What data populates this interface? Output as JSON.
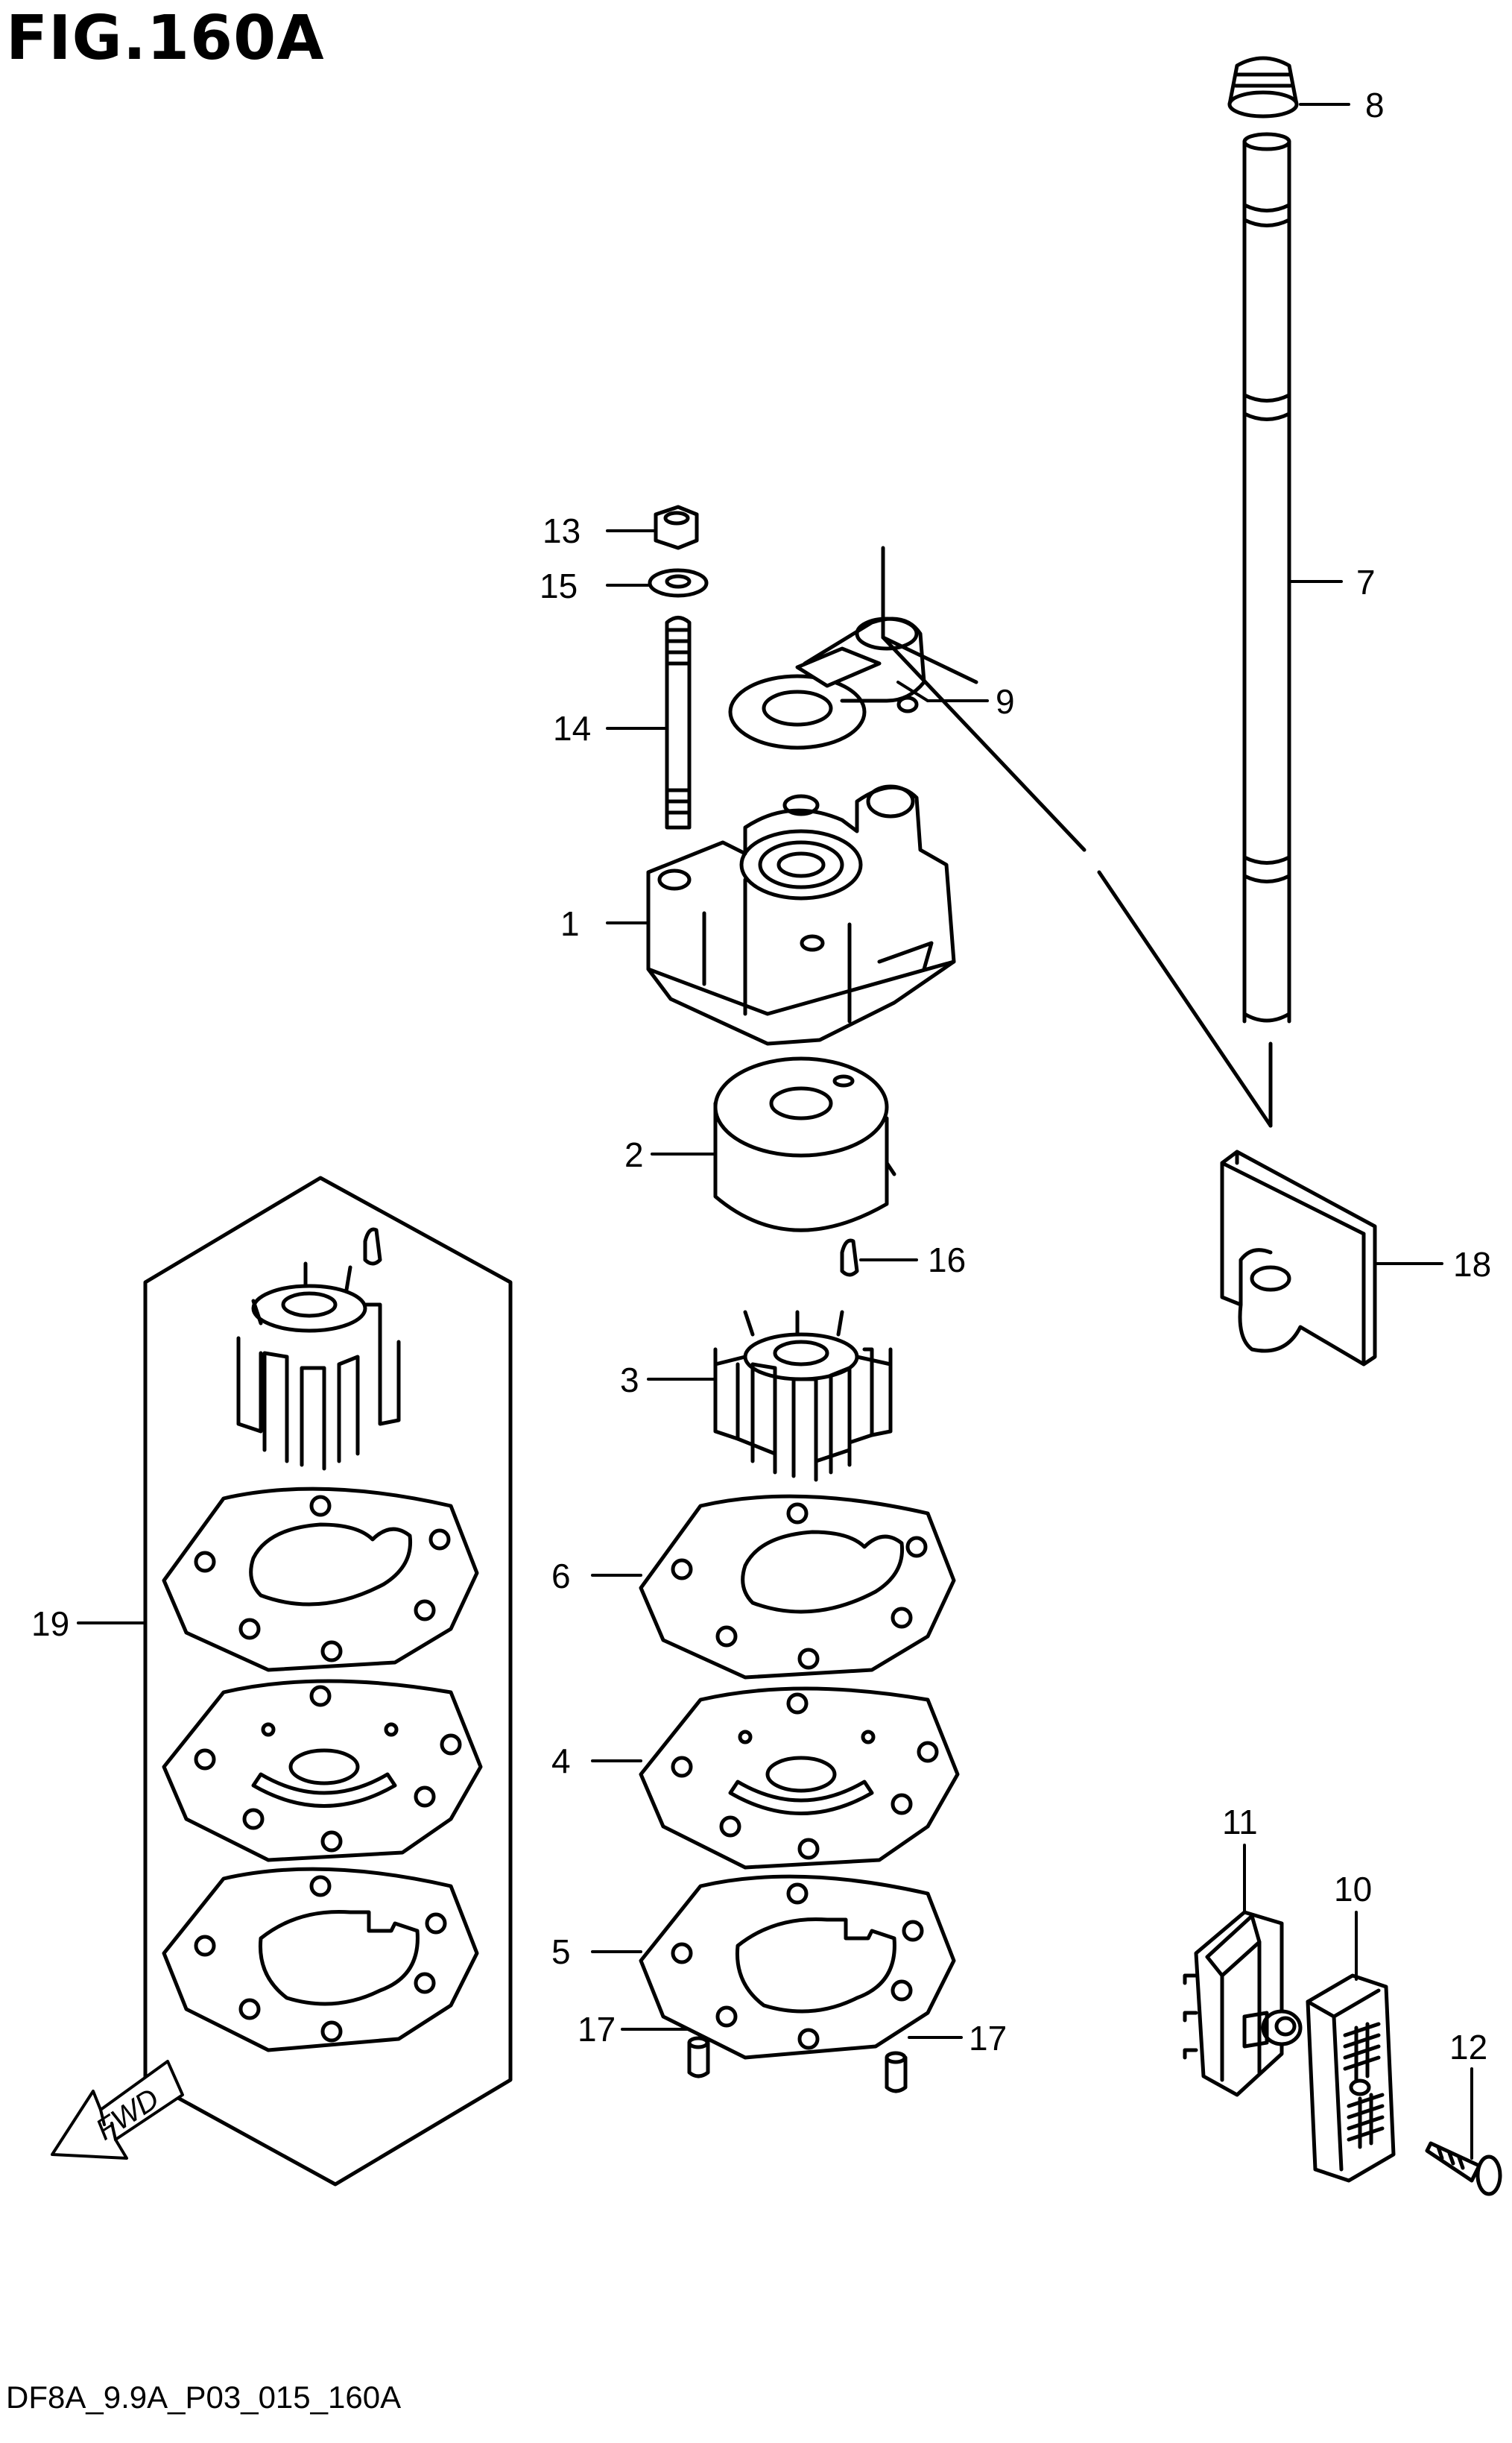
{
  "figure": {
    "title": "FIG.160A",
    "footer_code": "DF8A_9.9A_P03_015_160A",
    "fwd_label": "FWD"
  },
  "callouts": [
    "1",
    "2",
    "3",
    "4",
    "5",
    "6",
    "7",
    "8",
    "9",
    "10",
    "11",
    "12",
    "13",
    "14",
    "15",
    "16",
    "17",
    "17",
    "18",
    "19"
  ],
  "colors": {
    "line": "#000000",
    "background": "#ffffff"
  }
}
